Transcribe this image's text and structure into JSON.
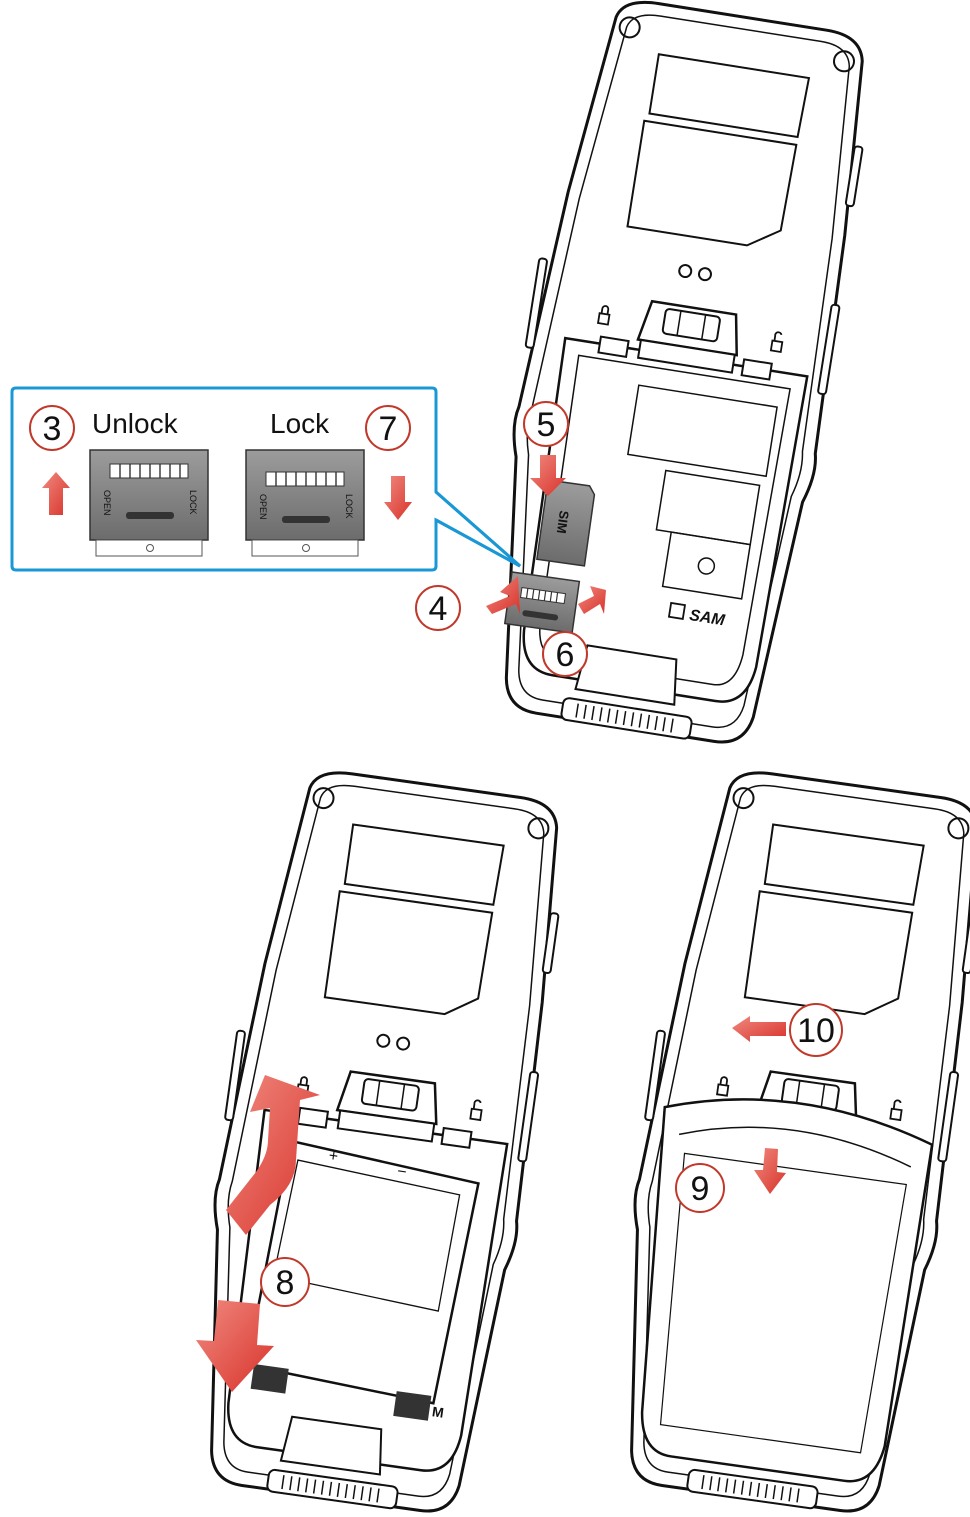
{
  "inset": {
    "unlock_label": "Unlock",
    "lock_label": "Lock",
    "holder_unlocked": {
      "top": "OPEN",
      "side": "LOCK"
    },
    "holder_locked": {
      "top": "OPEN",
      "side": "LOCK"
    }
  },
  "steps": {
    "s3": "3",
    "s4": "4",
    "s5": "5",
    "s6": "6",
    "s7": "7",
    "s8": "8",
    "s9": "9",
    "s10": "10"
  },
  "device_top": {
    "sam_label": "SAM",
    "card_label": "SIM"
  },
  "device_bottom_left": {
    "partial_label": "M"
  },
  "colors": {
    "arrow": "#e2493f",
    "inset_border": "#1a97d5",
    "step_ring": "#c0392b",
    "line": "#111111",
    "holder": "#8a8a8a"
  }
}
